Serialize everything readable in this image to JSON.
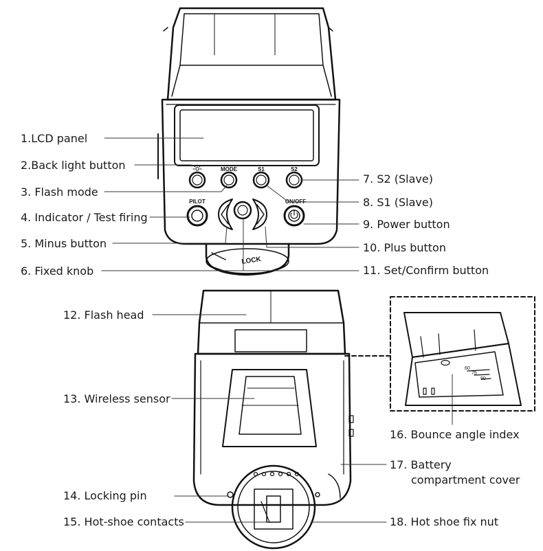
{
  "callouts": [
    {
      "id": "lcd-panel",
      "text": "1.LCD panel"
    },
    {
      "id": "back-light-button",
      "text": "2.Back light button"
    },
    {
      "id": "flash-mode",
      "text": "3. Flash mode"
    },
    {
      "id": "indicator-test-firing",
      "text": "4. Indicator / Test firing"
    },
    {
      "id": "minus-button",
      "text": "5. Minus button"
    },
    {
      "id": "fixed-knob",
      "text": "6. Fixed knob"
    },
    {
      "id": "s2-slave",
      "text": "7. S2 (Slave)"
    },
    {
      "id": "s1-slave",
      "text": "8. S1  (Slave)"
    },
    {
      "id": "power-button",
      "text": "9. Power button"
    },
    {
      "id": "plus-button",
      "text": "10. Plus button"
    },
    {
      "id": "set-confirm-button",
      "text": "11. Set/Confirm button"
    },
    {
      "id": "flash-head",
      "text": "12. Flash head"
    },
    {
      "id": "wireless-sensor",
      "text": "13. Wireless sensor"
    },
    {
      "id": "locking-pin",
      "text": "14. Locking pin"
    },
    {
      "id": "hot-shoe-contacts",
      "text": "15. Hot-shoe contacts"
    },
    {
      "id": "bounce-angle-index",
      "text": "16. Bounce angle index"
    },
    {
      "id": "battery-compartment-cover",
      "text": "17. Battery",
      "text2": "compartment cover"
    },
    {
      "id": "hot-shoe-fix-nut",
      "text": "18. Hot shoe fix nut"
    }
  ],
  "device_labels": {
    "mode": "MODE",
    "s1": "S1",
    "s2": "S2",
    "pilot": "PILOT",
    "on_off": "ON/OFF",
    "lock": "LOCK",
    "angle_60": "60",
    "angle_75": "75",
    "angle_90": "90"
  }
}
